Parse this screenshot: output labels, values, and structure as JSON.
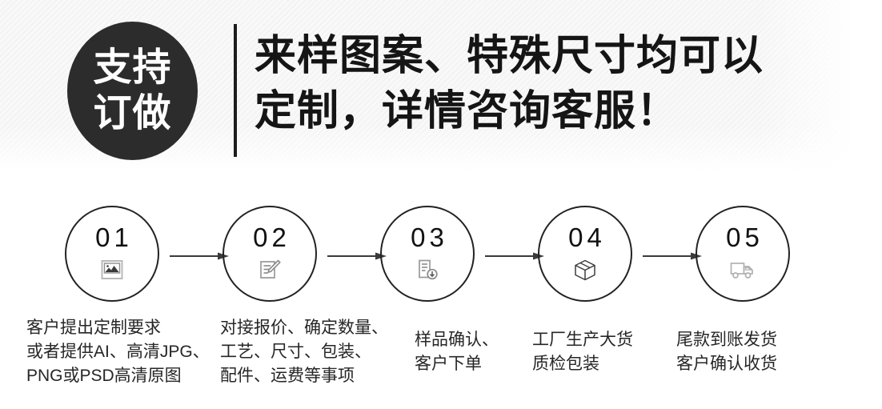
{
  "banner": {
    "badge": {
      "line1": "支持",
      "line2": "订做",
      "bg_color": "#2c2c2c",
      "text_color": "#ffffff"
    },
    "divider_color": "#1d1d1d",
    "headline_line1": "来样图案、特殊尺寸均可以",
    "headline_line2": "定制，详情咨询客服！",
    "headline_color": "#151515"
  },
  "process": {
    "arrow_color": "#3a3a3a",
    "circle_border_color": "#222222",
    "steps": [
      {
        "number": "01",
        "icon": "picture-icon",
        "caption_lines": [
          "客户提出定制要求",
          "或者提供AI、高清JPG、",
          "PNG或PSD高清原图"
        ]
      },
      {
        "number": "02",
        "icon": "edit-document-icon",
        "caption_lines": [
          "对接报价、确定数量、",
          "工艺、尺寸、包装、",
          "配件、运费等事项"
        ]
      },
      {
        "number": "03",
        "icon": "document-check-icon",
        "caption_lines": [
          "样品确认、",
          "客户下单"
        ]
      },
      {
        "number": "04",
        "icon": "package-box-icon",
        "caption_lines": [
          "工厂生产大货",
          "质检包装"
        ]
      },
      {
        "number": "05",
        "icon": "delivery-truck-icon",
        "caption_lines": [
          "尾款到账发货",
          "客户确认收货"
        ]
      }
    ]
  }
}
